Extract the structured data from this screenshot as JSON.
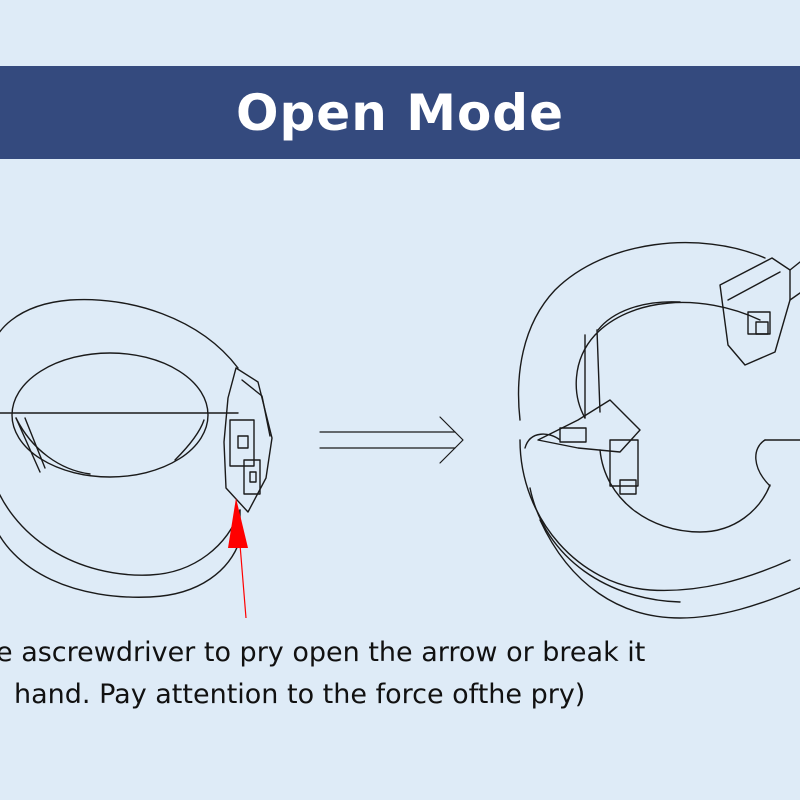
{
  "header": {
    "title": "Open Mode"
  },
  "instructions": {
    "line1": "e ascrewdriver to pry open the arrow or break it",
    "line2": "hand. Pay attention to the force ofthe pry)"
  },
  "colors": {
    "header_bg": "#344a7e",
    "page_bg": "#deebf7",
    "pointer_arrow": "#ff0000",
    "outline": "#1a1a1a"
  },
  "illustrations": {
    "closed_part": "closed-ferrite-ring",
    "opened_part": "opened-ferrite-ring",
    "transition": "double-arrow-right",
    "pointer": "red-pointer-arrow"
  }
}
